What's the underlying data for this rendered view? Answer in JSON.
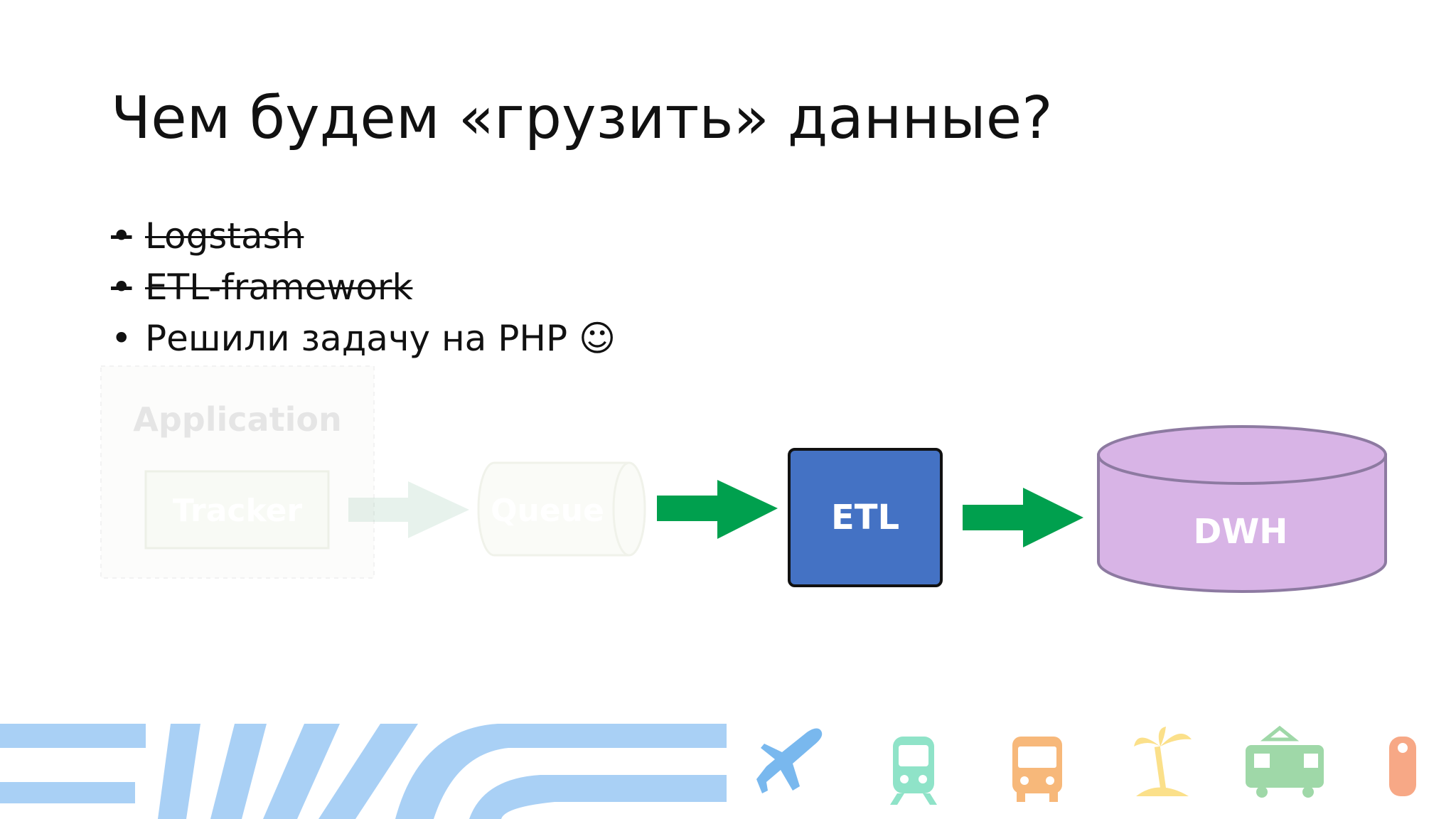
{
  "slide": {
    "title": "Чем будем «грузить» данные?",
    "bullets": [
      {
        "text": "Logstash",
        "struck": true
      },
      {
        "text": "ETL-framework",
        "struck": true
      },
      {
        "text": "Решили задачу на PHP ☺",
        "struck": false
      }
    ]
  },
  "diagram": {
    "application_label": "Application",
    "tracker_label": "Tracker",
    "queue_label": "Queue",
    "etl_label": "ETL",
    "dwh_label": "DWH"
  },
  "footer": {
    "icons": [
      "airplane-icon",
      "train-icon",
      "bus-icon",
      "palm-island-icon",
      "tram-icon",
      "door-hanger-icon"
    ]
  },
  "colors": {
    "arrow": "#00A04E",
    "etl_fill": "#4472C4",
    "dwh_fill": "#D8B4E6",
    "stripes": "#A9D0F5"
  }
}
